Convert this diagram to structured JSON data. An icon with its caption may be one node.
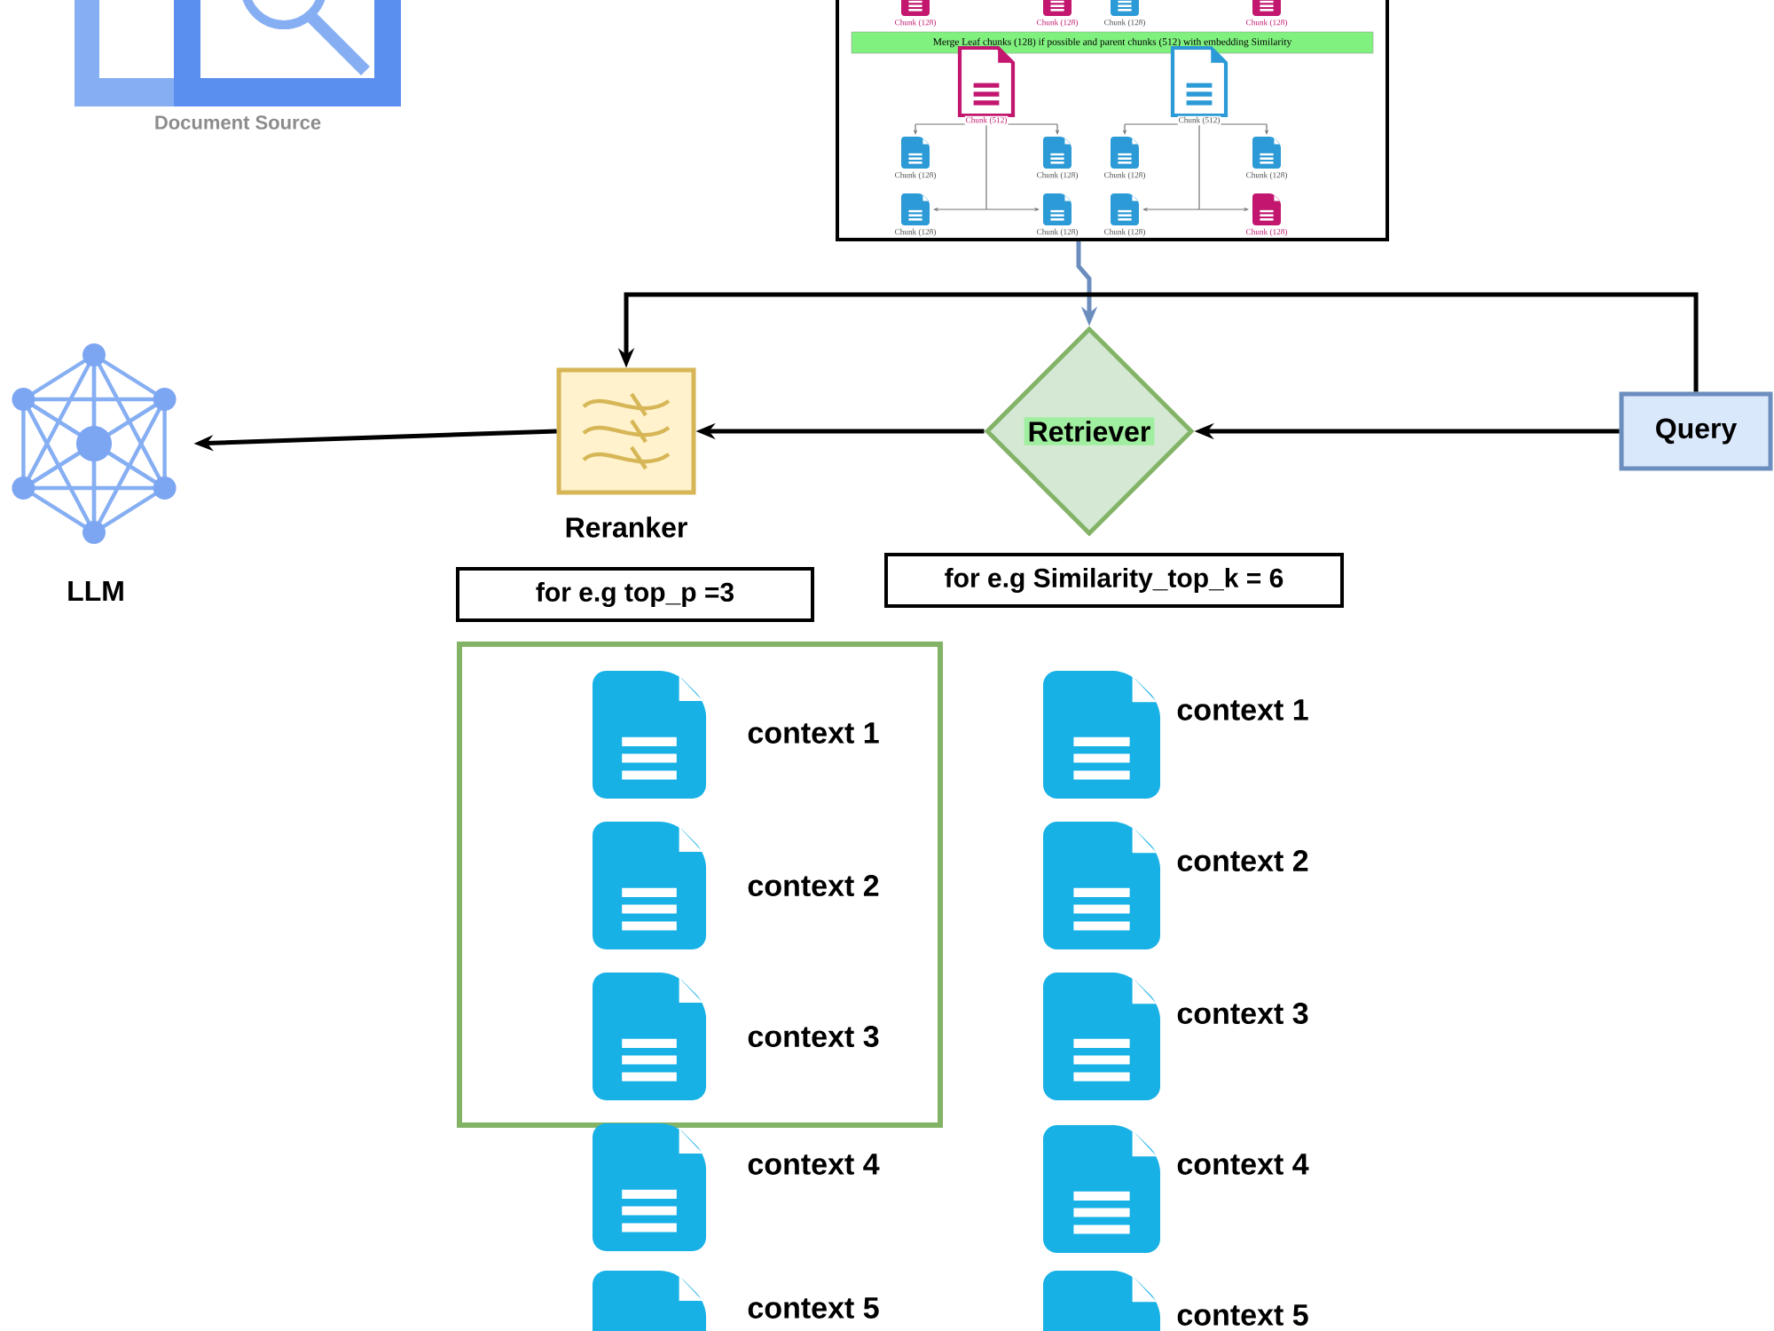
{
  "diagram": {
    "nodes": [
      {
        "text": [
          "Merge Leaf chunks (128) if possible and parent chunks (512) with embedding Similarity"
        ]
      },
      {
        "text": [
          "Retriever"
        ]
      },
      {
        "text": [
          "Query"
        ]
      },
      {
        "text": [
          "Reranker"
        ]
      },
      {
        "text": [
          "LLM"
        ]
      },
      {
        "text": [
          "for e.g top_p =3"
        ]
      },
      {
        "text": [
          "for e.g Similarity_top_k = 6"
        ]
      }
    ],
    "edges": [
      {
        "from": 0,
        "to": 1,
        "arrow": "to",
        "color": "#6c8ebf"
      },
      {
        "from": 2,
        "to": 1,
        "arrow": "to"
      },
      {
        "from": 1,
        "to": 3,
        "arrow": "to"
      },
      {
        "from": 3,
        "to": 4,
        "arrow": "to"
      },
      {
        "from": 2,
        "to": 3,
        "arrow": "to"
      }
    ],
    "labels": [
      "Chunk (128)",
      "Chunk (128)",
      "Chunk (128)",
      "Chunk (128)",
      "Document Source",
      "Chunk (512)",
      "Chunk (512)",
      "Chunk (128)",
      "Chunk (128)",
      "Chunk (128)",
      "Chunk (128)",
      "Chunk (128)",
      "Chunk (128)",
      "Chunk (128)",
      "Chunk (128)",
      "context 1",
      "context 1",
      "context 2",
      "context 2",
      "context 3",
      "context 3",
      "context 4",
      "context 4",
      "context 5",
      "context 5"
    ]
  }
}
